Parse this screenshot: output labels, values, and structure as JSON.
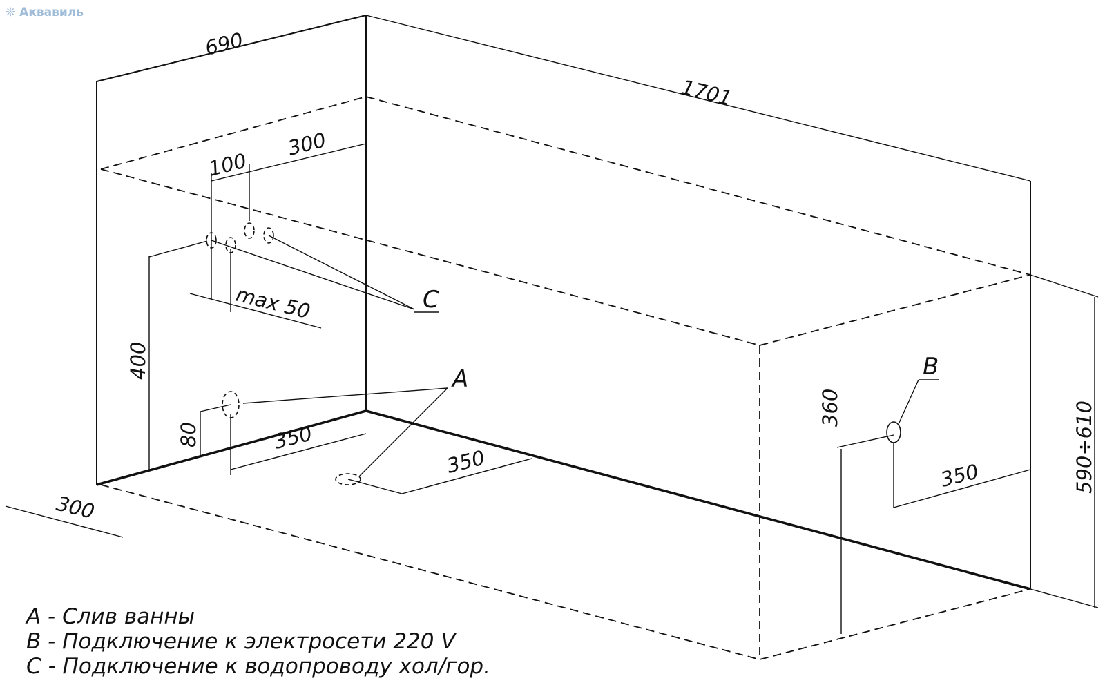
{
  "brand": "Аквавиль",
  "dimensions": {
    "width_top": "690",
    "length": "1701",
    "c_offset_wall": "300",
    "c_spacing": "100",
    "c_max": "max  50",
    "c_height": "400",
    "a_height": "80",
    "a_offset_wall": "350",
    "a_offset_front": "350",
    "side_depth": "300",
    "b_height": "360",
    "b_offset": "350",
    "total_height": "590÷610"
  },
  "labels": {
    "a": "A",
    "b": "B",
    "c": "C"
  },
  "legend": [
    "A - Слив ванны",
    "B - Подключение к электросети 220 V",
    "C - Подключение к водопроводу хол/гор."
  ]
}
